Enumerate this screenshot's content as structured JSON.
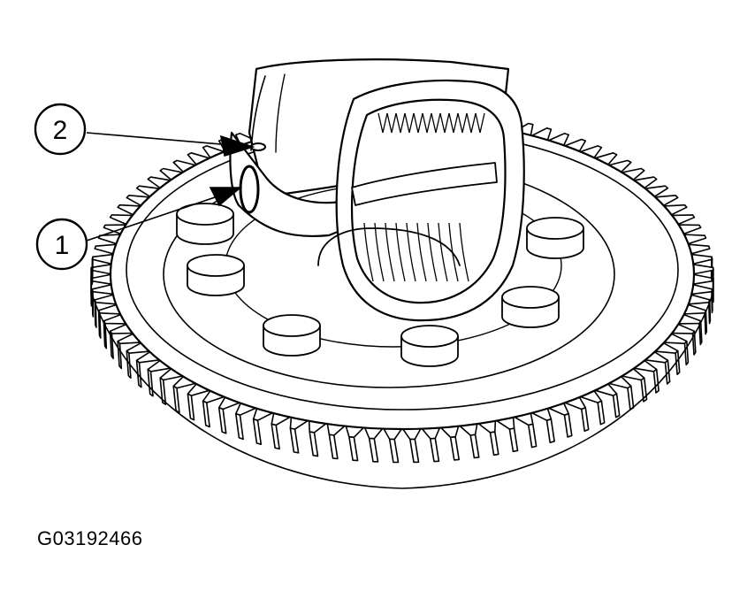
{
  "callouts": [
    {
      "number": "2"
    },
    {
      "number": "1"
    }
  ],
  "figure_id": "G03192466",
  "colors": {
    "ink": "#000000",
    "paper": "#ffffff"
  }
}
